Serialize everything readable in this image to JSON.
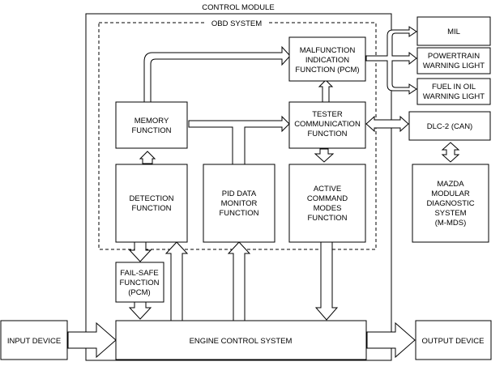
{
  "control_module": "CONTROL MODULE",
  "obd_system": "OBD SYSTEM",
  "blocks": {
    "malfunction": [
      "MALFUNCTION",
      "INDICATION",
      "FUNCTION (PCM)"
    ],
    "memory": [
      "MEMORY",
      "FUNCTION"
    ],
    "tester": [
      "TESTER",
      "COMMUNICATION",
      "FUNCTION"
    ],
    "detection": [
      "DETECTION",
      "FUNCTION"
    ],
    "pid": [
      "PID DATA",
      "MONITOR",
      "FUNCTION"
    ],
    "active": [
      "ACTIVE",
      "COMMAND",
      "MODES",
      "FUNCTION"
    ],
    "failsafe": [
      "FAIL-SAFE",
      "FUNCTION",
      "(PCM)"
    ],
    "engine": "ENGINE CONTROL SYSTEM",
    "mil": "MIL",
    "powertrain": [
      "POWERTRAIN",
      "WARNING LIGHT"
    ],
    "fuel": [
      "FUEL IN OIL",
      "WARNING LIGHT"
    ],
    "dlc": "DLC-2 (CAN)",
    "mds": [
      "MAZDA",
      "MODULAR",
      "DIAGNOSTIC",
      "SYSTEM",
      "(M-MDS)"
    ],
    "input": "INPUT DEVICE",
    "output": "OUTPUT DEVICE"
  }
}
